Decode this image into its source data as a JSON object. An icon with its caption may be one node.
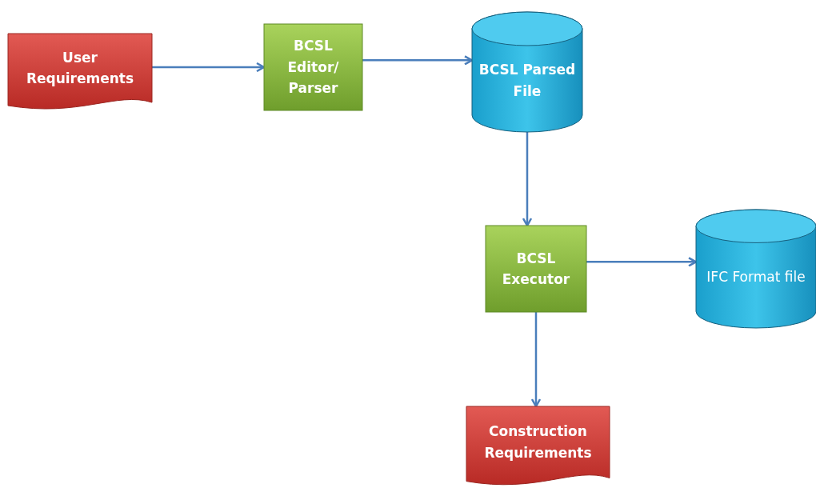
{
  "diagram": {
    "nodes": [
      {
        "text": [
          "User Requirements"
        ]
      },
      {
        "text": [
          "BCSL Editor/ Parser"
        ]
      },
      {
        "text": [
          "BCSL Parsed File"
        ]
      },
      {
        "text": [
          "BCSL Executor"
        ]
      },
      {
        "text": [
          "IFC Format file"
        ]
      },
      {
        "text": [
          "Construction Requirements"
        ]
      }
    ],
    "edges": [
      {
        "from": 0,
        "to": 1,
        "arrow": "to"
      },
      {
        "from": 1,
        "to": 2,
        "arrow": "to"
      },
      {
        "from": 2,
        "to": 3,
        "arrow": "to"
      },
      {
        "from": 3,
        "to": 4,
        "arrow": "to"
      },
      {
        "from": 3,
        "to": 5,
        "arrow": "to"
      }
    ]
  }
}
